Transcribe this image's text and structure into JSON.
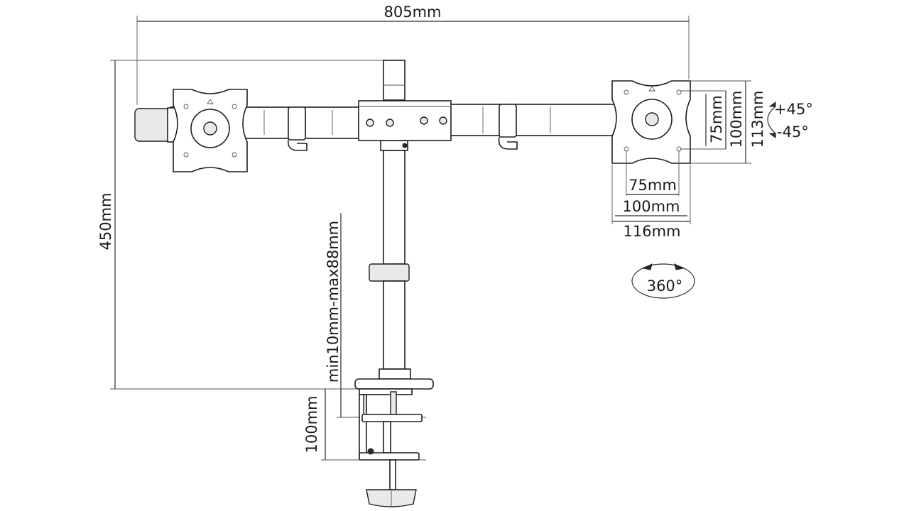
{
  "dimensions": {
    "total_width": "805mm",
    "total_height": "450mm",
    "clamp_range": "min10mm-max88mm",
    "clamp_height": "100mm",
    "vesa_small_h": "75mm",
    "vesa_large_h": "100mm",
    "plate_height": "113mm",
    "vesa_small_w": "75mm",
    "vesa_large_w": "100mm",
    "plate_width": "116mm"
  },
  "tilt": {
    "up": "+45°",
    "down": "-45°"
  },
  "rotation": {
    "label": "360°"
  }
}
